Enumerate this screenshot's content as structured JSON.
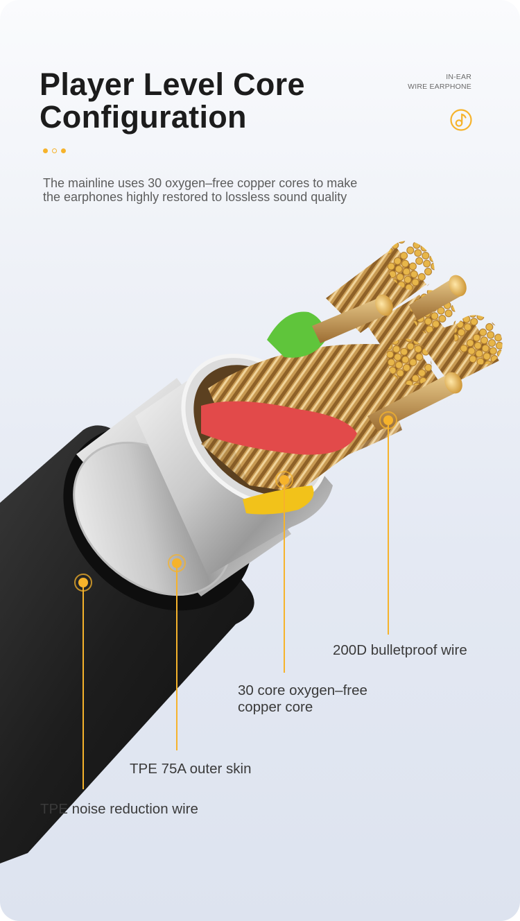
{
  "header": {
    "title_line1": "Player Level Core",
    "title_line2": "Configuration",
    "description": "The mainline uses 30 oxygen–free copper cores to make the earphones highly restored to lossless sound quality"
  },
  "brand": {
    "line1": "IN-EAR",
    "line2": "WIRE EARPHONE",
    "icon": "music-note-icon"
  },
  "callouts": {
    "bulletproof": "200D bulletproof wire",
    "copper_line1": "30 core oxygen–free",
    "copper_line2": "copper core",
    "outer_skin": "TPE 75A outer skin",
    "noise_wire": "TPE noise reduction wire"
  },
  "colors": {
    "accent": "#f6b32b",
    "title": "#1c1c1c",
    "body_text": "#5c5c5c"
  }
}
